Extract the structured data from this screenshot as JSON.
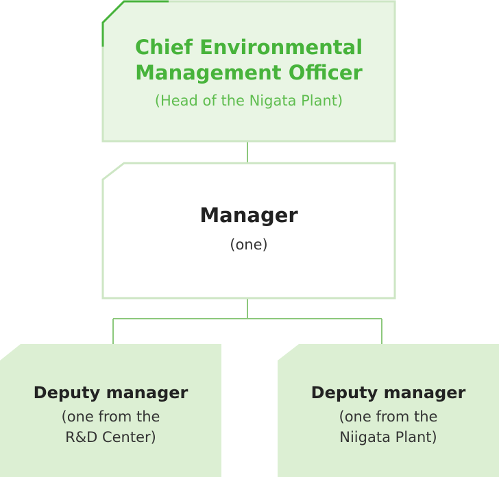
{
  "chief": {
    "title_line1": "Chief Environmental",
    "title_line2": "Management Officer",
    "subtitle": "(Head of the Nigata Plant)"
  },
  "manager": {
    "title": "Manager",
    "subtitle": "(one)"
  },
  "deputies": [
    {
      "title": "Deputy manager",
      "subtitle_line1": "(one from the",
      "subtitle_line2": "R&D Center)"
    },
    {
      "title": "Deputy manager",
      "subtitle_line1": "(one from the",
      "subtitle_line2": "Niigata Plant)"
    }
  ],
  "colors": {
    "accent_green": "#47b33b",
    "box_border_green": "#cde6c4",
    "box_fill_light": "#e9f5e4",
    "box_fill_deputy": "#dcefd3",
    "connector_green": "#8cc87c"
  }
}
